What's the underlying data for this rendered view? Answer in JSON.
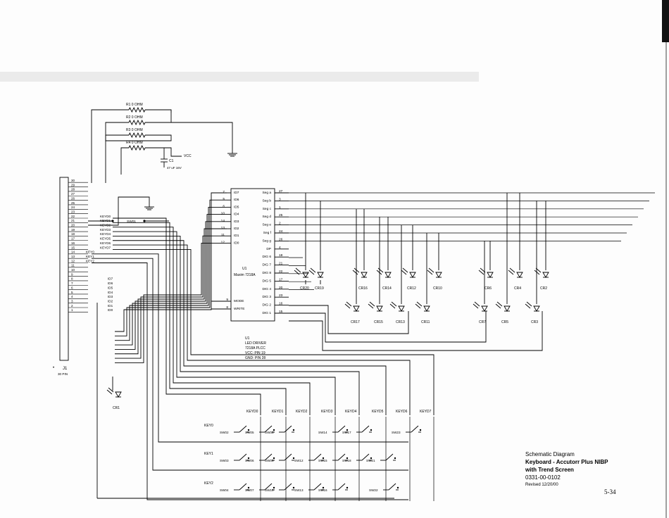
{
  "resistors": [
    "R1 0 OHM",
    "R2 0 OHM",
    "R3 0 OHM",
    "R4 0 OHM"
  ],
  "capacitor": {
    "ref": "C1",
    "value": "47 uF 16V"
  },
  "vcc_label": "VCC",
  "j1": {
    "ref": "J1",
    "type": "30 PIN",
    "pins": [
      "30",
      "29",
      "28",
      "27",
      "26",
      "25",
      "24",
      "23",
      "22",
      "21",
      "20",
      "19",
      "18",
      "17",
      "16",
      "15",
      "14",
      "13",
      "12",
      "11",
      "10",
      "9",
      "8",
      "7",
      "6",
      "5",
      "4",
      "3",
      "2",
      "1"
    ],
    "row_labels": [
      "",
      "",
      "",
      "",
      "",
      "",
      "",
      "",
      "KEYD0",
      "KEYD1",
      "KEYD2",
      "KEYD3",
      "KEYD4",
      "KEYD5",
      "KEYD6",
      "KEYD7",
      "KEY0",
      "KEY1",
      "KEY2",
      "",
      "",
      "",
      "ID7",
      "ID6",
      "ID5",
      "ID4",
      "ID3",
      "ID2",
      "ID1",
      "ID0"
    ]
  },
  "sw01": "SW01",
  "u1": {
    "ref": "U1",
    "part": "Maxim 7218A",
    "left_pins": [
      {
        "num": "7",
        "name": "ID7"
      },
      {
        "num": "5",
        "name": "ID6"
      },
      {
        "num": "6",
        "name": "ID5"
      },
      {
        "num": "10",
        "name": "ID4"
      },
      {
        "num": "14",
        "name": "ID3"
      },
      {
        "num": "13",
        "name": "ID2"
      },
      {
        "num": "11",
        "name": "ID1"
      },
      {
        "num": "12",
        "name": "ID0"
      }
    ],
    "ctrl_pins": [
      {
        "num": "9",
        "name": "MODE"
      },
      {
        "num": "8",
        "name": "WRITE"
      }
    ],
    "right_pins": [
      {
        "num": "27",
        "name": "Seg a"
      },
      {
        "num": "3",
        "name": "Seg b"
      },
      {
        "num": "1",
        "name": "Seg c"
      },
      {
        "num": "25",
        "name": "Seg d"
      },
      {
        "num": "2",
        "name": "Seg e"
      },
      {
        "num": "24",
        "name": "Seg f"
      },
      {
        "num": "26",
        "name": "Seg g"
      },
      {
        "num": "4",
        "name": "DP"
      },
      {
        "num": "18",
        "name": "DIG 6"
      },
      {
        "num": "21",
        "name": "DIG 7"
      },
      {
        "num": "22",
        "name": "DIG 8"
      },
      {
        "num": "17",
        "name": "DIG 5"
      },
      {
        "num": "20",
        "name": "DIG 4"
      },
      {
        "num": "23",
        "name": "DIG 3"
      },
      {
        "num": "16",
        "name": "DIG 2"
      },
      {
        "num": "15",
        "name": "DIG 1"
      }
    ],
    "note_lines": [
      "U1",
      "LED DRIVER",
      "7218A PLCC",
      "VCC: PIN 19",
      "GND: PIN 28"
    ]
  },
  "leds_top": [
    "CR20",
    "CR19",
    "CR16",
    "CR14",
    "CR12",
    "CR10",
    "CR6",
    "CR4",
    "CR2"
  ],
  "leds_bottom": [
    "CR17",
    "CR15",
    "CR13",
    "CR11",
    "CR7",
    "CR5",
    "CR3"
  ],
  "led_cr1": "CR1",
  "key_columns": [
    "KEYD0",
    "KEYD1",
    "KEYD2",
    "KEYD3",
    "KEYD4",
    "KEYD5",
    "KEYD6",
    "KEYD7"
  ],
  "key_rows": [
    "KEY0",
    "KEY1",
    "KEY2"
  ],
  "switch_rows": [
    [
      "SW02",
      "SW05",
      "SW08",
      "SW14",
      "SW17",
      "SW23"
    ],
    [
      "SW03",
      "SW06",
      "SW09",
      "SW12",
      "SW15",
      "SW18",
      "SW21"
    ],
    [
      "SW04",
      "SW07",
      "SW10",
      "SW13",
      "SW16",
      "SW22"
    ]
  ],
  "title_block": {
    "line1": "Schematic Diagram",
    "line2": "Keyboard - Accutorr Plus NIBP",
    "line3": "with Trend Screen",
    "line4": "0331-00-0102",
    "line5": "Revised  12/20/00"
  },
  "page_number": "5-34",
  "j1_dot": "•"
}
